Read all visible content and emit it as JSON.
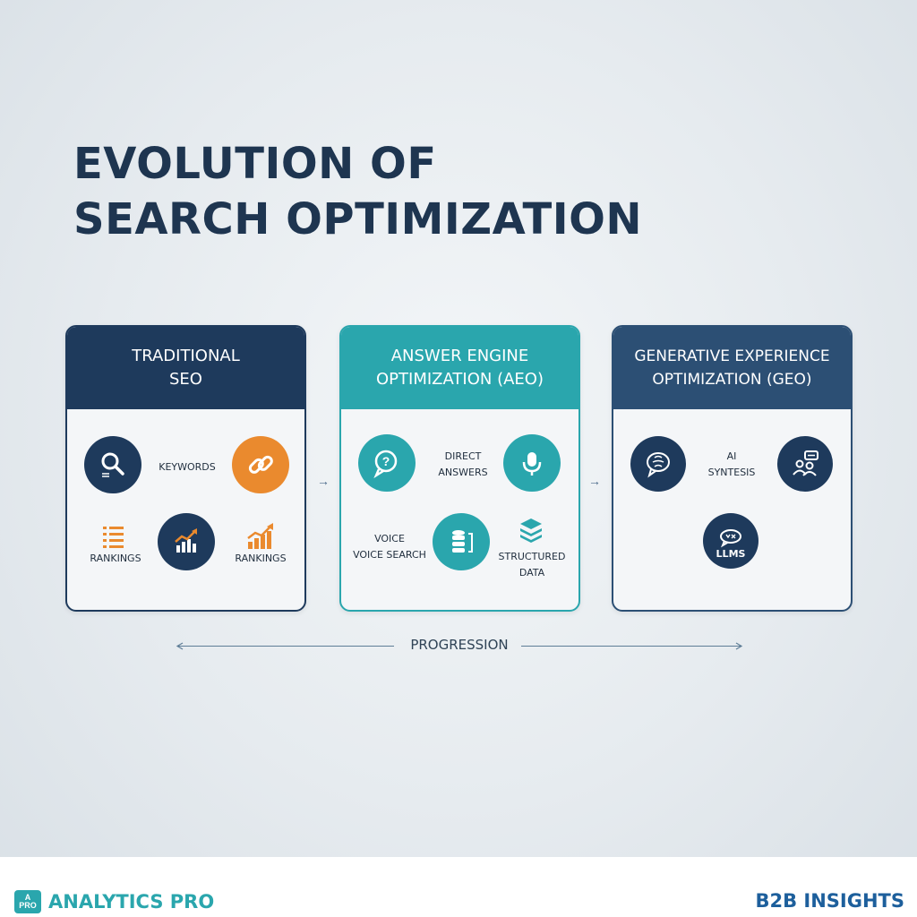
{
  "title_line1": "EVOLUTION OF",
  "title_line2": "SEARCH OPTIMIZATION",
  "cards": [
    {
      "heading_line1": "TRADITIONAL",
      "heading_line2": "SEO",
      "labels": {
        "keywords": "KEYWORDS",
        "rankings_left": "RANKINGS",
        "rankings_right": "RANKINGS"
      },
      "icons": [
        "magnifier-icon",
        "link-icon",
        "list-icon",
        "bar-chart-icon",
        "growth-chart-icon"
      ]
    },
    {
      "heading_line1": "ANSWER ENGINE",
      "heading_line2": "OPTIMIZATION (AEO)",
      "labels": {
        "direct_line1": "DIRECT",
        "direct_line2": "ANSWERS",
        "voice_line1": "VOICE",
        "voice_line2": "VOICE SEARCH",
        "structured_line1": "STRUCTURED",
        "structured_line2": "DATA"
      },
      "icons": [
        "question-chat-icon",
        "microphone-icon",
        "database-icon",
        "layers-icon"
      ]
    },
    {
      "heading_line1": "GENERATIVE EXPERIENCE",
      "heading_line2": "OPTIMIZATION (GEO)",
      "labels": {
        "ai_line1": "AI",
        "ai_line2": "SYNTESIS",
        "llms": "LLMS"
      },
      "icons": [
        "brain-chat-icon",
        "people-chat-icon",
        "llm-chat-icon"
      ]
    }
  ],
  "connector_arrow": "→",
  "progression_label": "PROGRESSION",
  "footer": {
    "logo_top": "A",
    "logo_bottom": "PRO",
    "brand": "ANALYTICS PRO",
    "right": "B2B INSIGHTS"
  },
  "colors": {
    "navy": "#1e3a5c",
    "teal": "#2aa6ad",
    "orange": "#ea8a2e",
    "slate": "#2c4f74",
    "b2b_blue": "#1d5f9c"
  }
}
